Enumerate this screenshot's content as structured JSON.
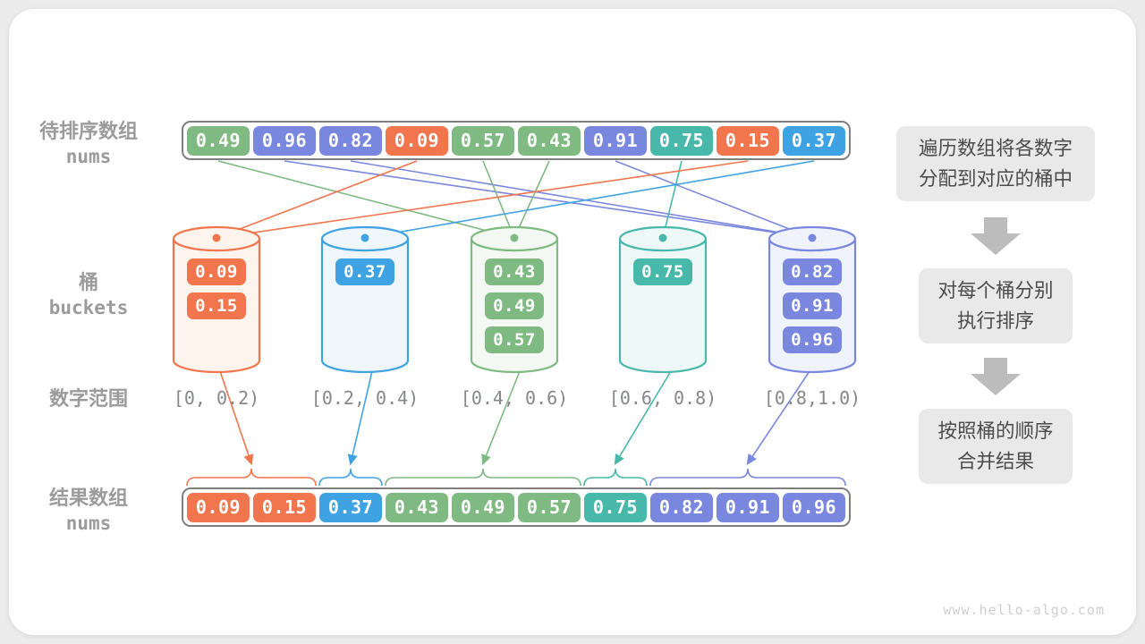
{
  "page": {
    "watermark": "www.hello-algo.com"
  },
  "labels": {
    "source_array": {
      "line1": "待排序数组",
      "line2": "nums"
    },
    "buckets": {
      "line1": "桶",
      "line2": "buckets"
    },
    "range": "数字范围",
    "result_array": {
      "line1": "结果数组",
      "line2": "nums"
    }
  },
  "top_array": {
    "values": [
      "0.49",
      "0.96",
      "0.82",
      "0.09",
      "0.57",
      "0.43",
      "0.91",
      "0.75",
      "0.15",
      "0.37"
    ]
  },
  "buckets": [
    {
      "range": "[0, 0.2)",
      "color": "#F2764D",
      "values": [
        "0.09",
        "0.15"
      ]
    },
    {
      "range": "[0.2, 0.4)",
      "color": "#3FA3E3",
      "values": [
        "0.37"
      ]
    },
    {
      "range": "[0.4, 0.6)",
      "color": "#7FBA82",
      "values": [
        "0.43",
        "0.49",
        "0.57"
      ]
    },
    {
      "range": "[0.6, 0.8)",
      "color": "#48B8AA",
      "values": [
        "0.75"
      ]
    },
    {
      "range": "[0.8,1.0)",
      "color": "#7A87DE",
      "values": [
        "0.82",
        "0.91",
        "0.96"
      ]
    }
  ],
  "result_array": {
    "values": [
      "0.09",
      "0.15",
      "0.37",
      "0.43",
      "0.49",
      "0.57",
      "0.75",
      "0.82",
      "0.91",
      "0.96"
    ]
  },
  "steps": [
    {
      "line1": "遍历数组将各数字",
      "line2": "分配到对应的桶中"
    },
    {
      "line1": "对每个桶分别",
      "line2": "执行排序"
    },
    {
      "line1": "按照桶的顺序",
      "line2": "合并结果"
    }
  ],
  "palette": {
    "orange": "#F2764D",
    "blue": "#3FA3E3",
    "green": "#7FBA82",
    "teal": "#48B8AA",
    "indigo": "#7A87DE",
    "label_gray": "#9B9B9B",
    "step_box_bg": "#E9E9E9",
    "flow_arrow_gray": "#BCBCBC",
    "container_border": "#7F7F7F"
  }
}
